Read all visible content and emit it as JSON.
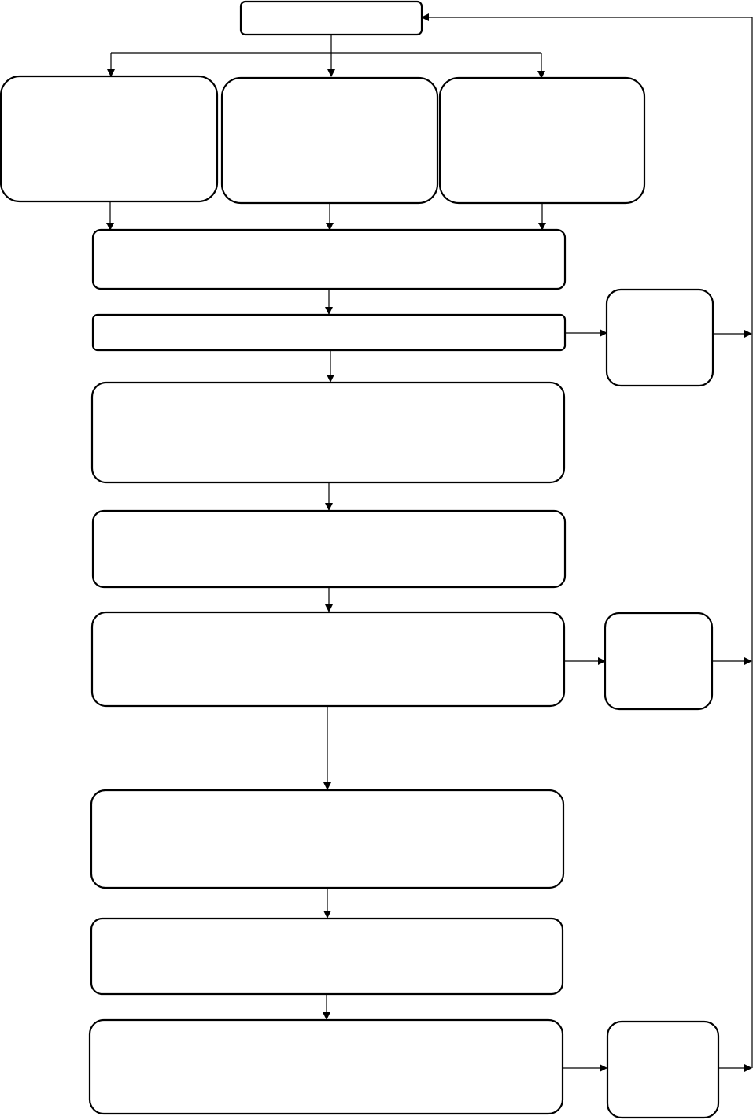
{
  "diagram": {
    "type": "flowchart",
    "colors": {
      "stroke": "#000000",
      "fill": "#ffffff",
      "background": "#ffffff"
    },
    "nodes": [
      {
        "id": "top-box",
        "text": ""
      },
      {
        "id": "left-box",
        "text": ""
      },
      {
        "id": "middle-box",
        "text": ""
      },
      {
        "id": "right-box",
        "text": ""
      },
      {
        "id": "merge-box",
        "text": ""
      },
      {
        "id": "step-box-1",
        "text": ""
      },
      {
        "id": "side-box-1",
        "text": ""
      },
      {
        "id": "step-box-2",
        "text": ""
      },
      {
        "id": "step-box-3",
        "text": ""
      },
      {
        "id": "step-box-4",
        "text": ""
      },
      {
        "id": "side-box-2",
        "text": ""
      },
      {
        "id": "step-box-5",
        "text": ""
      },
      {
        "id": "step-box-6",
        "text": ""
      },
      {
        "id": "step-box-7",
        "text": ""
      },
      {
        "id": "side-box-3",
        "text": ""
      }
    ],
    "edges": [
      {
        "from": "top-box",
        "to": "left-box"
      },
      {
        "from": "top-box",
        "to": "middle-box"
      },
      {
        "from": "top-box",
        "to": "right-box"
      },
      {
        "from": "left-box",
        "to": "merge-box"
      },
      {
        "from": "middle-box",
        "to": "merge-box"
      },
      {
        "from": "right-box",
        "to": "merge-box"
      },
      {
        "from": "merge-box",
        "to": "step-box-1"
      },
      {
        "from": "step-box-1",
        "to": "side-box-1"
      },
      {
        "from": "side-box-1",
        "to": "top-box"
      },
      {
        "from": "step-box-1",
        "to": "step-box-2"
      },
      {
        "from": "step-box-2",
        "to": "step-box-3"
      },
      {
        "from": "step-box-3",
        "to": "step-box-4"
      },
      {
        "from": "step-box-4",
        "to": "side-box-2"
      },
      {
        "from": "side-box-2",
        "to": "top-box"
      },
      {
        "from": "step-box-4",
        "to": "step-box-5"
      },
      {
        "from": "step-box-5",
        "to": "step-box-6"
      },
      {
        "from": "step-box-6",
        "to": "step-box-7"
      },
      {
        "from": "step-box-7",
        "to": "side-box-3"
      },
      {
        "from": "side-box-3",
        "to": "top-box"
      }
    ]
  }
}
